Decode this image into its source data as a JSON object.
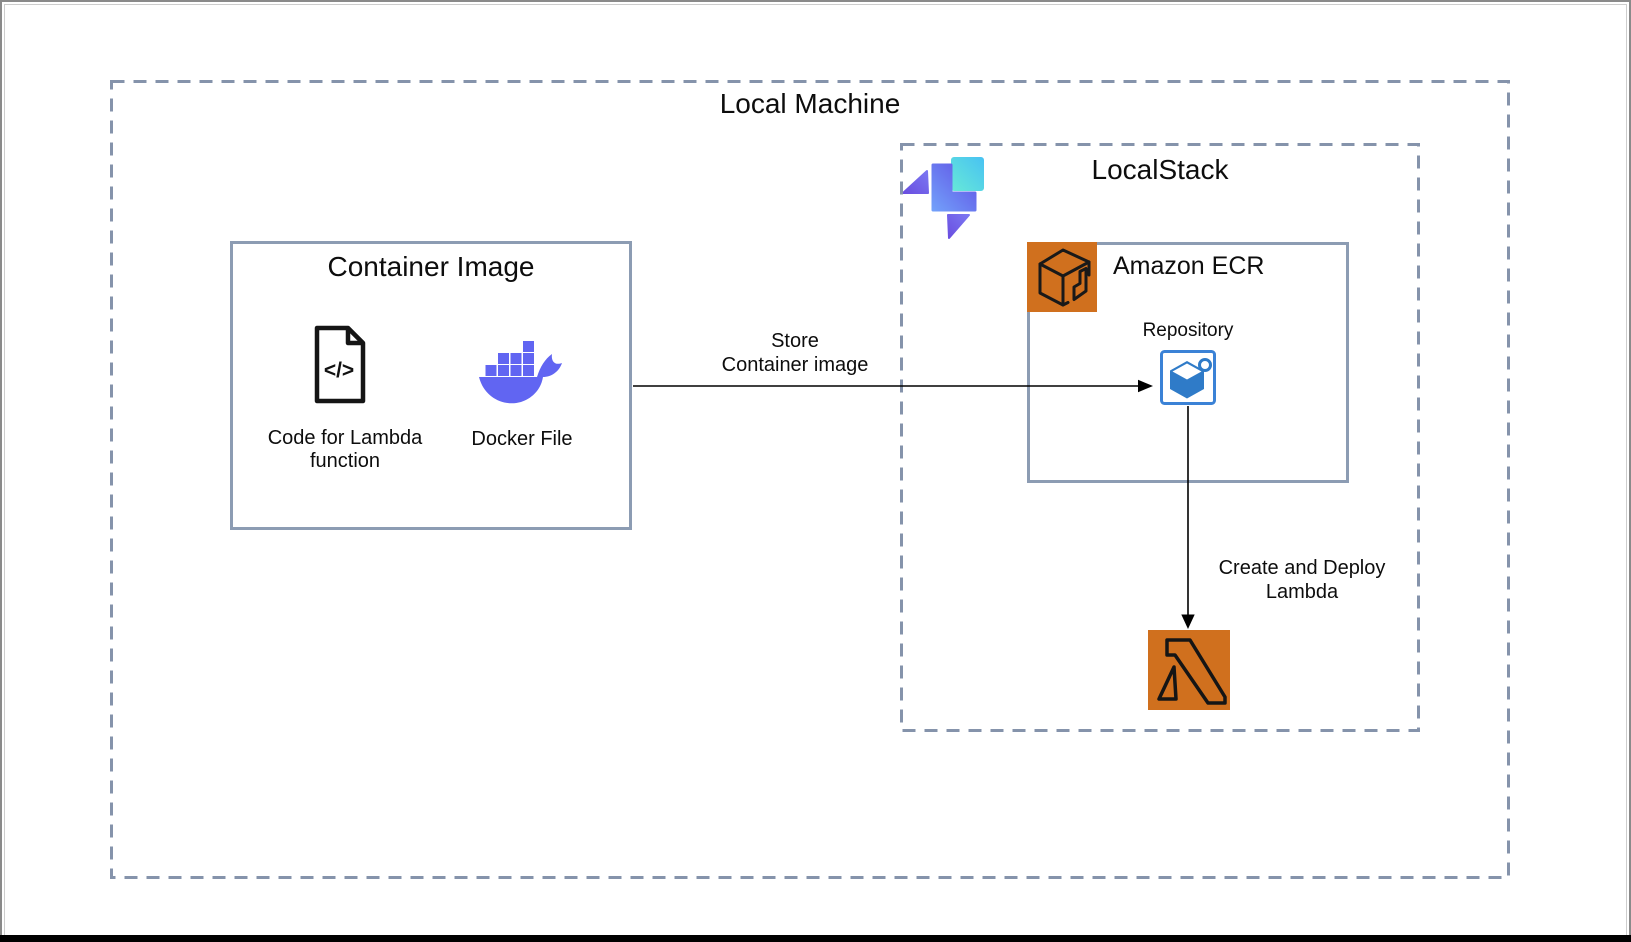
{
  "diagram": {
    "local_machine": {
      "title": "Local Machine"
    },
    "container_image": {
      "title": "Container Image",
      "code_file": {
        "line1": "Code for Lambda",
        "line2": "function"
      },
      "docker": {
        "label": "Docker File"
      }
    },
    "store_arrow": {
      "line1": "Store",
      "line2": "Container image"
    },
    "localstack": {
      "title": "LocalStack"
    },
    "ecr": {
      "title": "Amazon ECR",
      "repository": {
        "label": "Repository"
      }
    },
    "deploy_arrow": {
      "line1": "Create and Deploy",
      "line2": "Lambda"
    },
    "icons": {
      "code_file": "code-file-icon",
      "docker": "docker-whale-icon",
      "localstack": "localstack-logo-icon",
      "ecr": "ecr-cube-icon",
      "repository": "repository-cube-icon",
      "lambda": "lambda-icon"
    },
    "colors": {
      "dashed_border": "#8593AB",
      "solid_border": "#8C9CB3",
      "arrow_black": "#000000",
      "docker_purple": "#6165F2",
      "aws_orange": "#D0701E",
      "repo_blue": "#2F7BC8",
      "repo_border_blue": "#3B82D6",
      "localstack_cyan": "#49C3F2",
      "localstack_teal": "#66E8D8",
      "localstack_purple": "#6F58E8",
      "localstack_blue": "#6C8FF8"
    }
  }
}
